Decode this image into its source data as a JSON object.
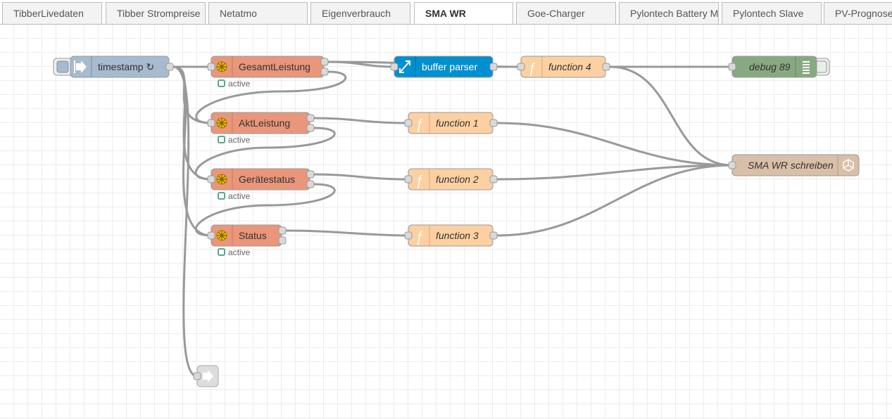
{
  "tabs": [
    {
      "label": "TibberLivedaten",
      "active": false
    },
    {
      "label": "Tibber Strompreise",
      "active": false
    },
    {
      "label": "Netatmo",
      "active": false
    },
    {
      "label": "Eigenverbrauch",
      "active": false
    },
    {
      "label": "SMA WR",
      "active": true
    },
    {
      "label": "Goe-Charger",
      "active": false
    },
    {
      "label": "Pylontech Battery M",
      "active": false
    },
    {
      "label": "Pylontech Slave",
      "active": false
    },
    {
      "label": "PV-Prognose",
      "active": false
    }
  ],
  "colors": {
    "inject": "#a6bbcf",
    "modbus": "#e9967a",
    "buffer_parser": "#0090d1",
    "function": "#fdd0a2",
    "debug": "#87a980",
    "modbus_write": "#d8bfa8",
    "link": "#dddddd",
    "status_active": "#5a8",
    "wire": "#999999"
  },
  "nodes": {
    "timestamp": {
      "label": "timestamp ↻",
      "icon": "arrow-in-icon"
    },
    "gesamt": {
      "label": "GesamtLeistung",
      "status": "active",
      "icon": "modbus-icon"
    },
    "akt": {
      "label": "AktLeistung",
      "status": "active",
      "icon": "modbus-icon"
    },
    "geraet": {
      "label": "Gerätestatus",
      "status": "active",
      "icon": "modbus-icon"
    },
    "status": {
      "label": "Status",
      "status": "active",
      "icon": "modbus-icon"
    },
    "buffer": {
      "label": "buffer parser",
      "icon": "expand-icon"
    },
    "func4": {
      "label": "function 4",
      "icon": "function-icon"
    },
    "func1": {
      "label": "function 1",
      "icon": "function-icon"
    },
    "func2": {
      "label": "function 2",
      "icon": "function-icon"
    },
    "func3": {
      "label": "function 3",
      "icon": "function-icon"
    },
    "debug": {
      "label": "debug 89",
      "icon": "list-icon"
    },
    "sma_write": {
      "label": "SMA WR schreiben",
      "icon": "modbus-write-icon"
    },
    "link_out": {
      "label": "",
      "icon": "link-out-icon"
    }
  }
}
